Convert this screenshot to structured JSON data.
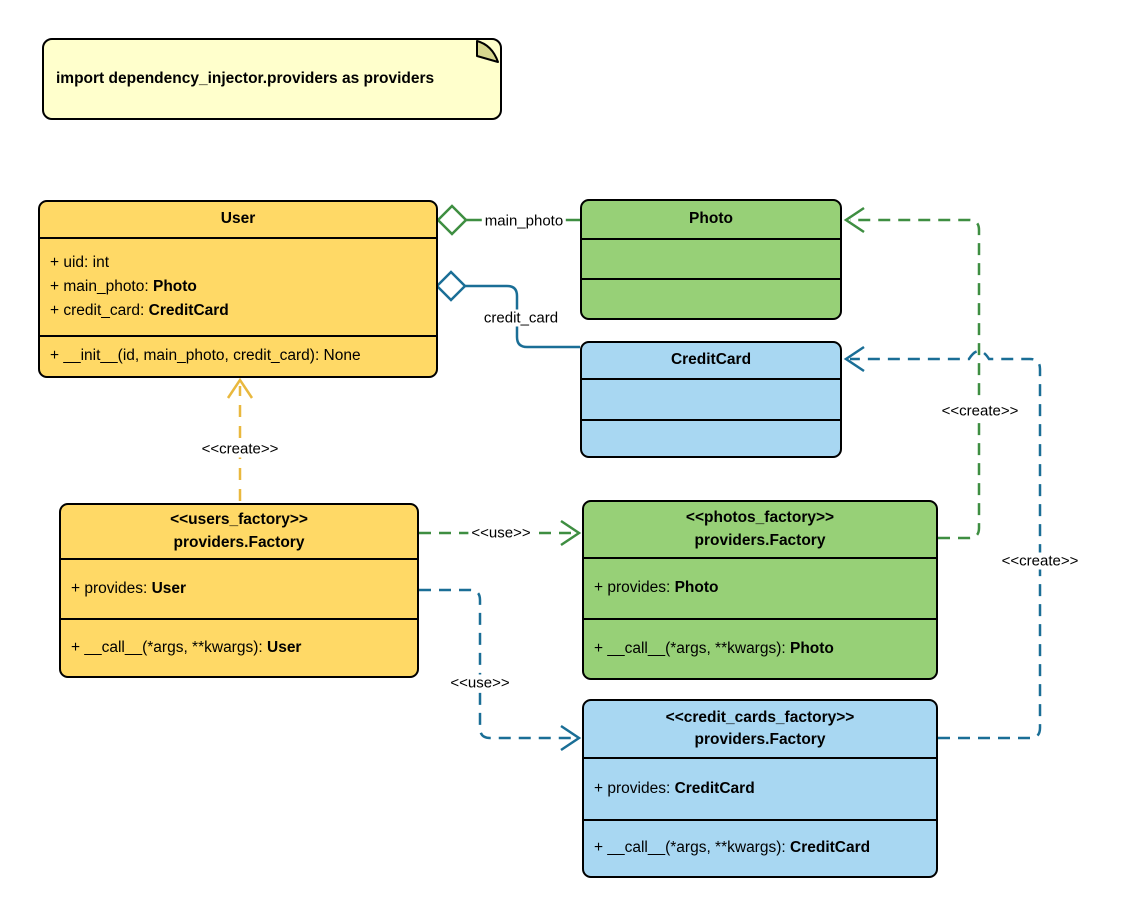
{
  "note": {
    "text": "import dependency_injector.providers as providers"
  },
  "classes": {
    "user": {
      "title": "User",
      "attributes": [
        {
          "plain": "+ uid: int",
          "bold": ""
        },
        {
          "plain": "+ main_photo: ",
          "bold": "Photo"
        },
        {
          "plain": "+ credit_card: ",
          "bold": "CreditCard"
        }
      ],
      "methods": [
        {
          "plain": "+ __init__(id, main_photo, credit_card): None",
          "bold": ""
        }
      ]
    },
    "photo": {
      "title": "Photo",
      "attributes": [],
      "methods": []
    },
    "credit_card": {
      "title": "CreditCard",
      "attributes": [],
      "methods": []
    },
    "users_factory": {
      "stereotype": "<<users_factory>>",
      "title": "providers.Factory",
      "attributes": [
        {
          "plain": "+ provides: ",
          "bold": "User"
        }
      ],
      "methods": [
        {
          "plain": "+ __call__(*args, **kwargs): ",
          "bold": "User"
        }
      ]
    },
    "photos_factory": {
      "stereotype": "<<photos_factory>>",
      "title": "providers.Factory",
      "attributes": [
        {
          "plain": "+ provides: ",
          "bold": "Photo"
        }
      ],
      "methods": [
        {
          "plain": "+ __call__(*args, **kwargs): ",
          "bold": "Photo"
        }
      ]
    },
    "credit_cards_factory": {
      "stereotype": "<<credit_cards_factory>>",
      "title": "providers.Factory",
      "attributes": [
        {
          "plain": "+ provides: ",
          "bold": "CreditCard"
        }
      ],
      "methods": [
        {
          "plain": "+ __call__(*args, **kwargs): ",
          "bold": "CreditCard"
        }
      ]
    }
  },
  "connectors": {
    "aggregation_main_photo": {
      "label": "main_photo",
      "from": "User",
      "to": "Photo",
      "type": "aggregation",
      "color": "#3E8E41"
    },
    "aggregation_credit_card": {
      "label": "credit_card",
      "from": "User",
      "to": "CreditCard",
      "type": "aggregation",
      "color": "#1A6E96"
    },
    "create_user": {
      "label": "<<create>>",
      "from": "users_factory",
      "to": "User",
      "type": "dashed-dependency",
      "color": "#E9B83E"
    },
    "use_photos": {
      "label": "<<use>>",
      "from": "users_factory",
      "to": "photos_factory",
      "type": "dashed-dependency",
      "color": "#3E8E41"
    },
    "use_credit_cards": {
      "label": "<<use>>",
      "from": "users_factory",
      "to": "credit_cards_factory",
      "type": "dashed-dependency",
      "color": "#1A6E96"
    },
    "create_photo": {
      "label": "<<create>>",
      "from": "photos_factory",
      "to": "Photo",
      "type": "dashed-dependency",
      "color": "#3E8E41"
    },
    "create_credit_card": {
      "label": "<<create>>",
      "from": "credit_cards_factory",
      "to": "CreditCard",
      "type": "dashed-dependency",
      "color": "#1A6E96"
    }
  },
  "colors": {
    "class_yellow_fill": "#FFD966",
    "class_green_fill": "#97D077",
    "class_blue_fill": "#A8D7F2",
    "note_fill": "#FFFFCC",
    "note_fold_fill": "#D6D68E",
    "arrow_gold": "#E9B83E",
    "arrow_green": "#3E8E41",
    "arrow_teal": "#1A6E96",
    "border": "#000000",
    "background": "#FFFFFF"
  }
}
